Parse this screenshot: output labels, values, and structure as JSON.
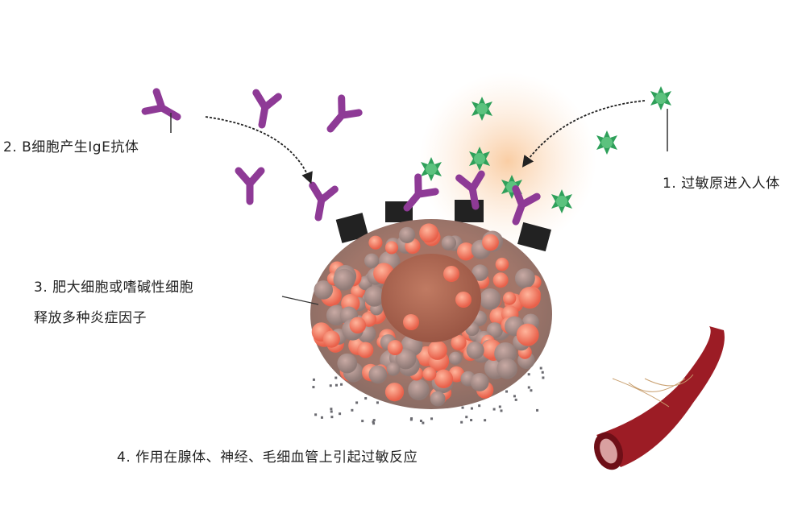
{
  "labels": {
    "step1": "1. 过敏原进入人体",
    "step2": "2. B细胞产生IgE抗体",
    "step3_line1": "3. 肥大细胞或嗜碱性细胞",
    "step3_line2": "释放多种炎症因子",
    "step4": "4. 作用在腺体、神经、毛细血管上引起过敏反应"
  },
  "colors": {
    "antibody": "#8e3a96",
    "allergen": "#2fa05a",
    "cell": "#a8705f",
    "granule": "#f07a60",
    "vessel": "#9c1c25"
  }
}
